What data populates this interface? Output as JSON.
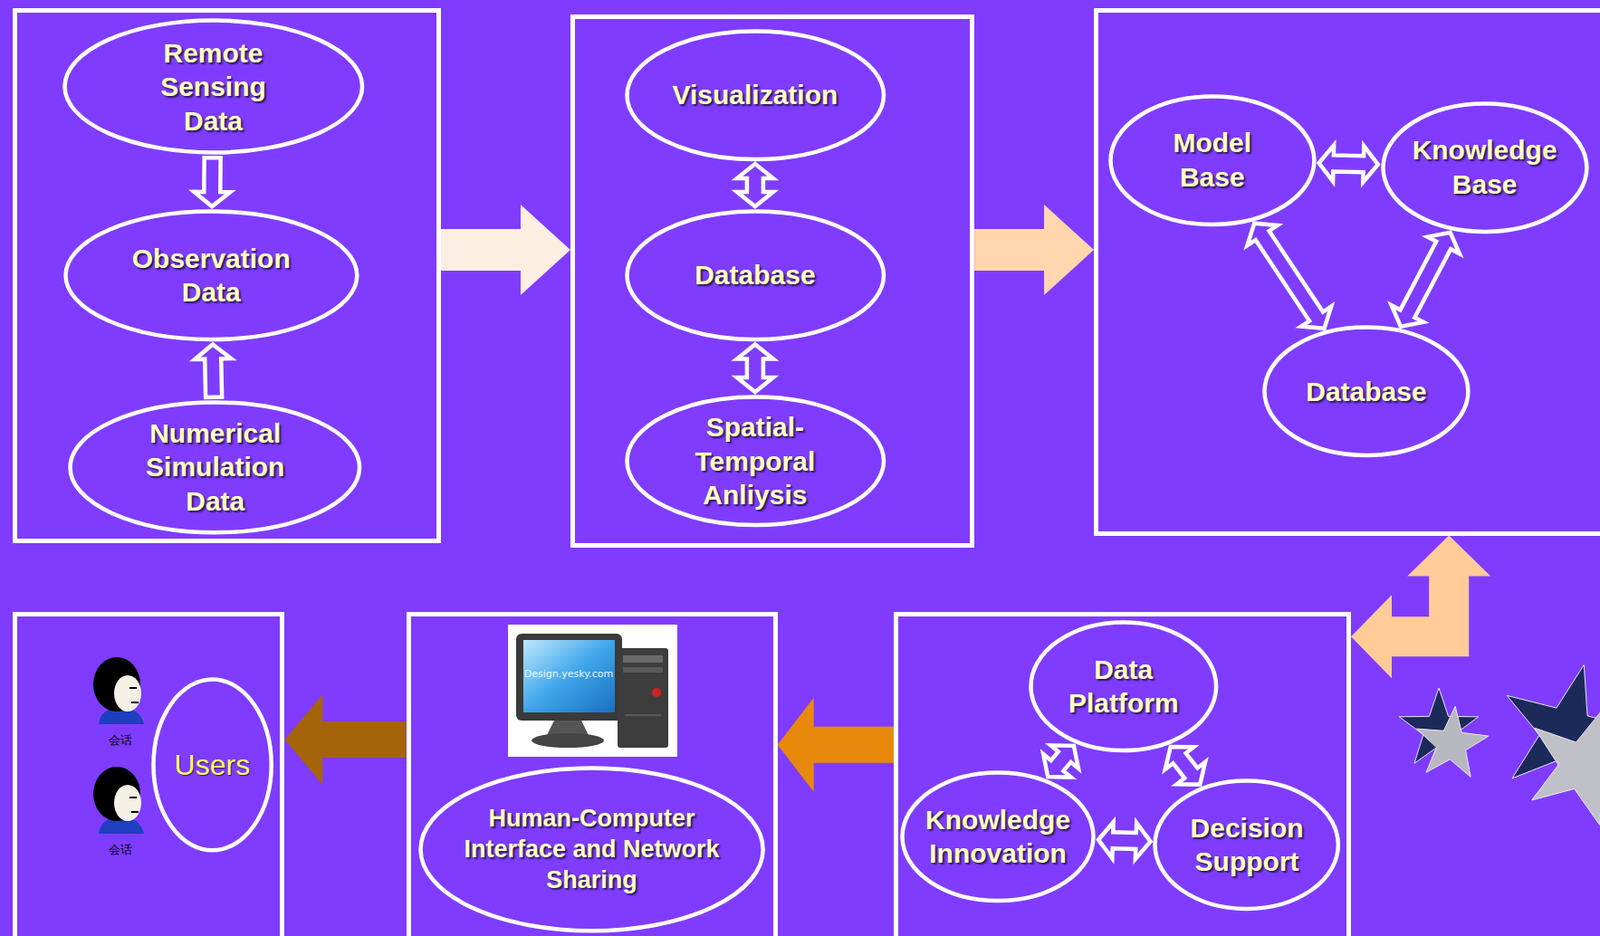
{
  "diagram": {
    "nodes": [
      {
        "text": []
      },
      {
        "text": [
          "Remote Sensing Data"
        ],
        "in": 0
      },
      {
        "text": [
          "Observation Data"
        ],
        "in": 0
      },
      {
        "text": [
          "Numerical Simulation Data"
        ],
        "in": 0
      },
      {
        "text": []
      },
      {
        "text": [
          "Visualization"
        ],
        "in": 4
      },
      {
        "text": [
          "Database"
        ],
        "in": 4
      },
      {
        "text": [
          "Spatial- Temporal Anliysis"
        ],
        "in": 4
      },
      {
        "text": []
      },
      {
        "text": [
          "Model Base"
        ],
        "in": 8
      },
      {
        "text": [
          "Knowledge Base"
        ],
        "in": 8
      },
      {
        "text": [
          "Database"
        ],
        "in": 8
      },
      {
        "text": []
      },
      {
        "text": [
          "Data Platform"
        ],
        "in": 12
      },
      {
        "text": [
          "Knowledge Innovation"
        ],
        "in": 12
      },
      {
        "text": [
          "Decision Support"
        ],
        "in": 12
      },
      {
        "text": []
      },
      {
        "text": [
          "Human-Computer Interface and Network Sharing"
        ],
        "in": 16
      },
      {
        "text": []
      },
      {
        "text": [
          "Users"
        ],
        "in": 18
      }
    ],
    "edges": [
      {
        "from": 1,
        "to": 2,
        "arrow": "to"
      },
      {
        "from": 3,
        "to": 2,
        "arrow": "to"
      },
      {
        "from": 0,
        "to": 4,
        "arrow": "to"
      },
      {
        "from": 5,
        "to": 6,
        "arrow": "both"
      },
      {
        "from": 7,
        "to": 6,
        "arrow": "both"
      },
      {
        "from": 4,
        "to": 8,
        "arrow": "to"
      },
      {
        "from": 9,
        "to": 10,
        "arrow": "both"
      },
      {
        "from": 9,
        "to": 11,
        "arrow": "both"
      },
      {
        "from": 10,
        "to": 11,
        "arrow": "both"
      },
      {
        "from": 8,
        "to": 12,
        "arrow": "both"
      },
      {
        "from": 12,
        "to": 16,
        "arrow": "to"
      },
      {
        "from": 16,
        "to": 18,
        "arrow": "to"
      },
      {
        "from": 13,
        "to": 14,
        "arrow": "both"
      },
      {
        "from": 13,
        "to": 15,
        "arrow": "both"
      },
      {
        "from": 14,
        "to": 15,
        "arrow": "both"
      }
    ],
    "labels": [
      "Design.yesky.com",
      "会话",
      "会话"
    ]
  }
}
